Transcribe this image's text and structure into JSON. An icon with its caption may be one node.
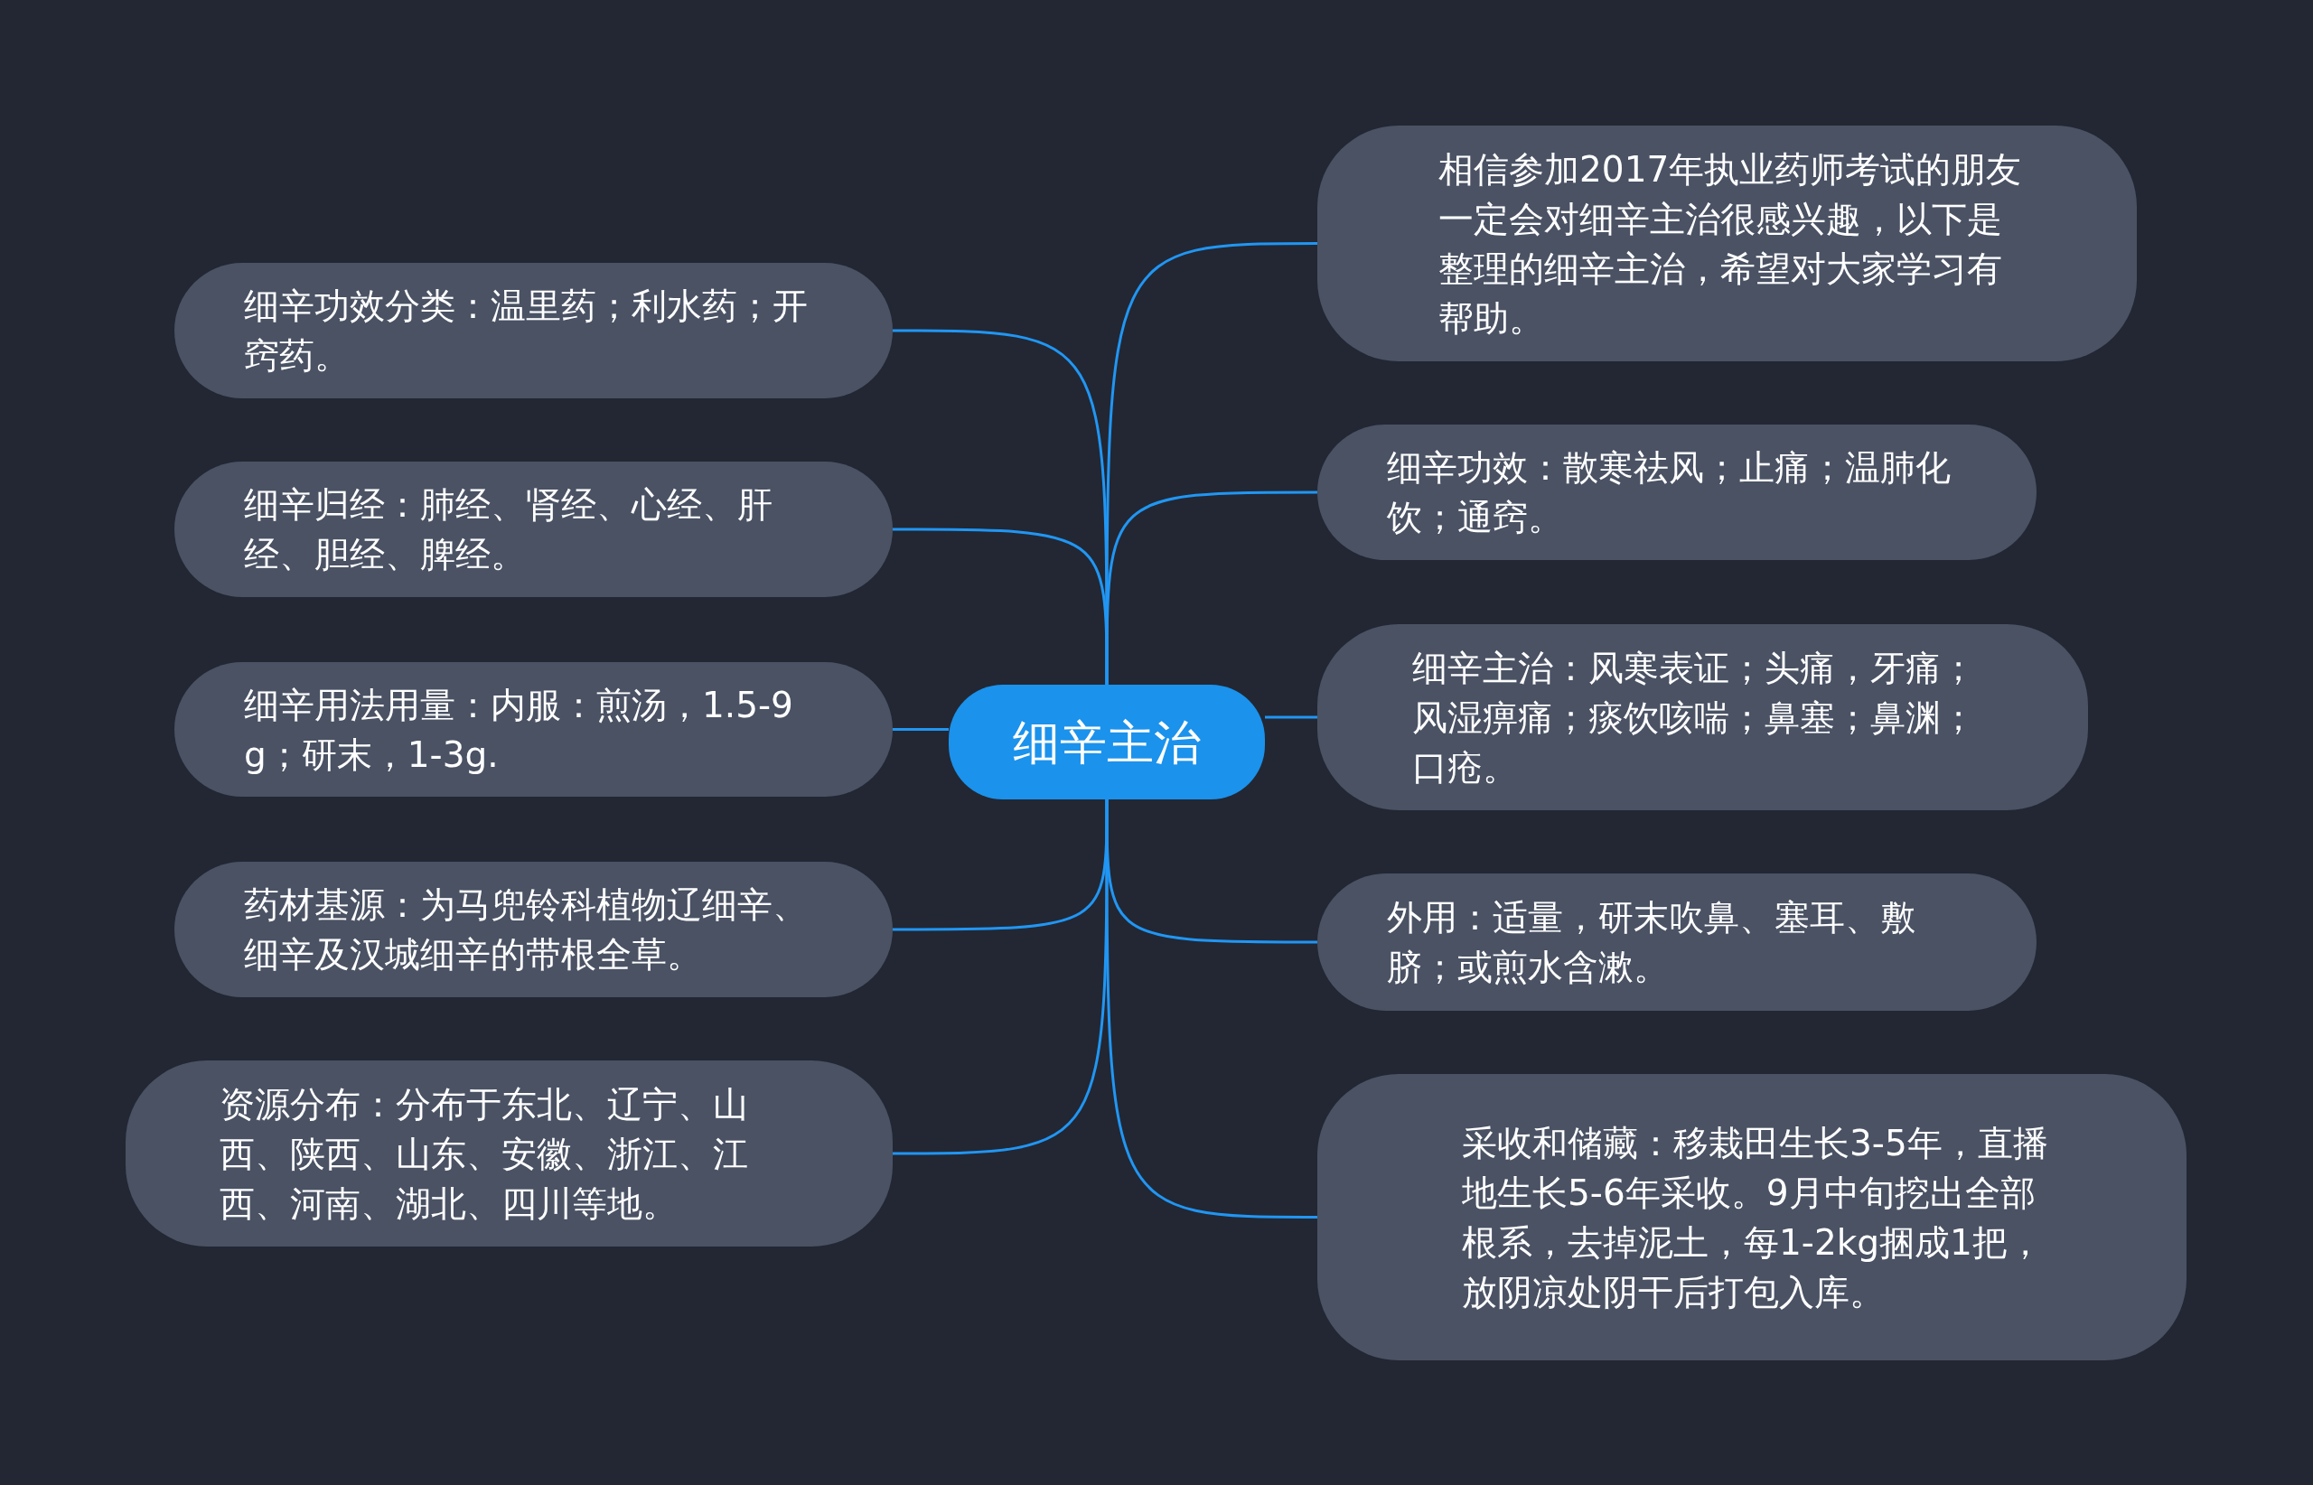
{
  "diagram": {
    "nodes": [
      {
        "text": [
          "细辛主治"
        ]
      },
      {
        "text": [
          "相信参加2017年执业药师考试的朋友一定会对细辛主治很感兴趣，以下是整理的细辛主治，希望对大家学习有帮助。"
        ]
      },
      {
        "text": [
          "细辛功效：散寒祛风；止痛；温肺化饮；通窍。"
        ]
      },
      {
        "text": [
          "细辛主治：风寒表证；头痛，牙痛；风湿痹痛；痰饮咳喘；鼻塞；鼻渊；口疮。"
        ]
      },
      {
        "text": [
          "外用：适量，研末吹鼻、塞耳、敷脐；或煎水含漱。"
        ]
      },
      {
        "text": [
          "采收和储藏：移栽田生长3-5年，直播地生长5-6年采收。9月中旬挖出全部根系，去掉泥土，每1-2kg捆成1把，放阴凉处阴干后打包入库。"
        ]
      },
      {
        "text": [
          "细辛功效分类：温里药；利水药；开窍药。"
        ]
      },
      {
        "text": [
          "细辛归经：肺经、肾经、心经、肝经、胆经、脾经。"
        ]
      },
      {
        "text": [
          "细辛用法用量：内服：煎汤，1.5-9g；研末，1-3g."
        ]
      },
      {
        "text": [
          "药材基源：为马兜铃科植物辽细辛、细辛及汉城细辛的带根全草。"
        ]
      },
      {
        "text": [
          "资源分布：分布于东北、辽宁、山西、陕西、山东、安徽、浙江、江西、河南、湖北、四川等地。"
        ]
      }
    ],
    "edges": [
      {
        "from": 0,
        "to": 1,
        "arrow": "none"
      },
      {
        "from": 0,
        "to": 2,
        "arrow": "none"
      },
      {
        "from": 0,
        "to": 3,
        "arrow": "none"
      },
      {
        "from": 0,
        "to": 4,
        "arrow": "none"
      },
      {
        "from": 0,
        "to": 5,
        "arrow": "none"
      },
      {
        "from": 0,
        "to": 6,
        "arrow": "none"
      },
      {
        "from": 0,
        "to": 7,
        "arrow": "none"
      },
      {
        "from": 0,
        "to": 8,
        "arrow": "none"
      },
      {
        "from": 0,
        "to": 9,
        "arrow": "none"
      },
      {
        "from": 0,
        "to": 10,
        "arrow": "none"
      }
    ]
  }
}
